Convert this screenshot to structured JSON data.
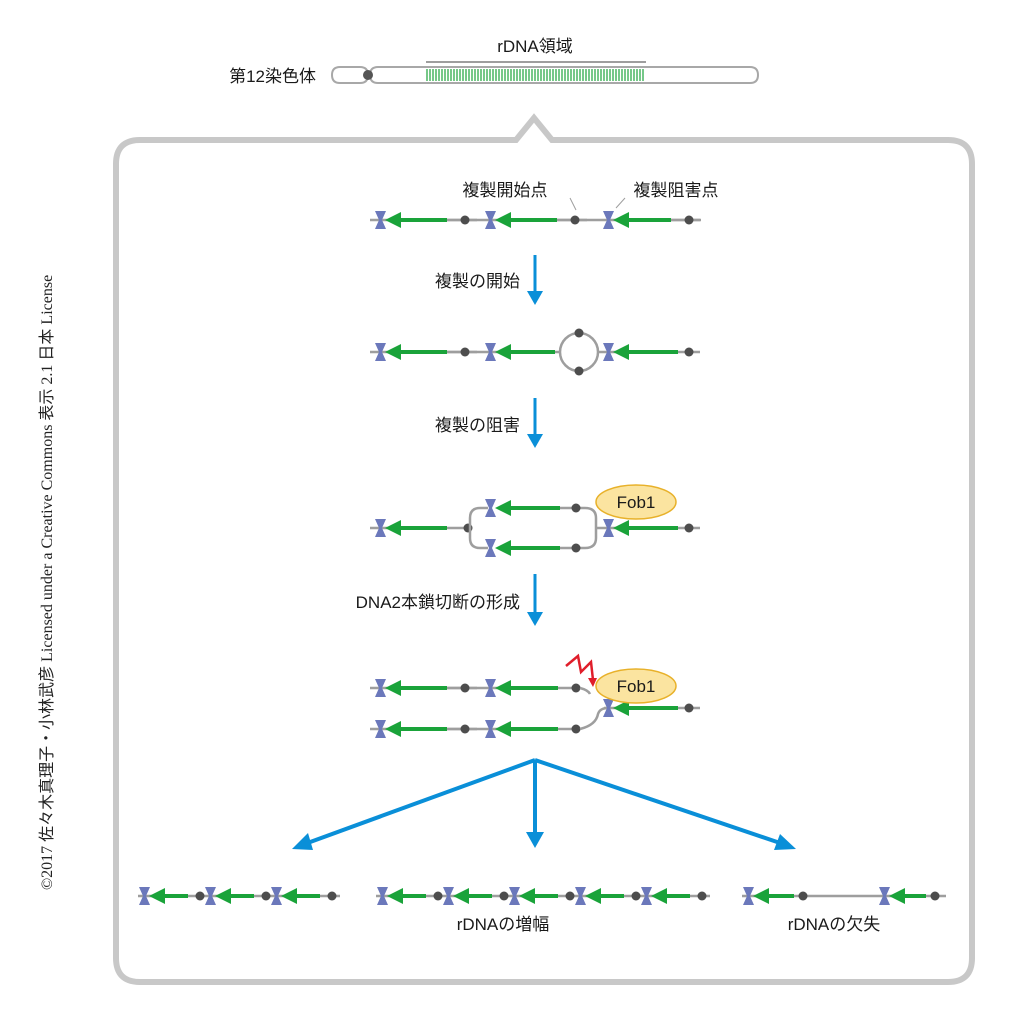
{
  "credit": "©2017 佐々木真理子・小林武彦 Licensed under a Creative Commons 表示 2.1 日本 License",
  "chromosome": {
    "label": "第12染色体",
    "region_label": "rDNA領域"
  },
  "labels": {
    "origin": "複製開始点",
    "barrier": "複製阻害点",
    "protein": "Fob1"
  },
  "steps": [
    {
      "label": "複製の開始"
    },
    {
      "label": "複製の阻害"
    },
    {
      "label": "DNA2本鎖切断の形成"
    }
  ],
  "outcomes": [
    {
      "label": "",
      "repeat_units": 3
    },
    {
      "label": "rDNAの増幅",
      "repeat_units": 5
    },
    {
      "label": "rDNAの欠失",
      "repeat_units": 2
    }
  ],
  "colors": {
    "dna_line": "#9e9e9e",
    "gene_arrow": "#1aa33a",
    "barrier_block": "#6b78bb",
    "origin_dot": "#4d4d4d",
    "step_arrow": "#0a8fd8",
    "box_border": "#c8c8c8",
    "fob1_fill": "#fbe4a0",
    "fob1_stroke": "#e8b12a",
    "break_mark": "#e01e2a",
    "rdna_stripes": "#1aa33a"
  }
}
